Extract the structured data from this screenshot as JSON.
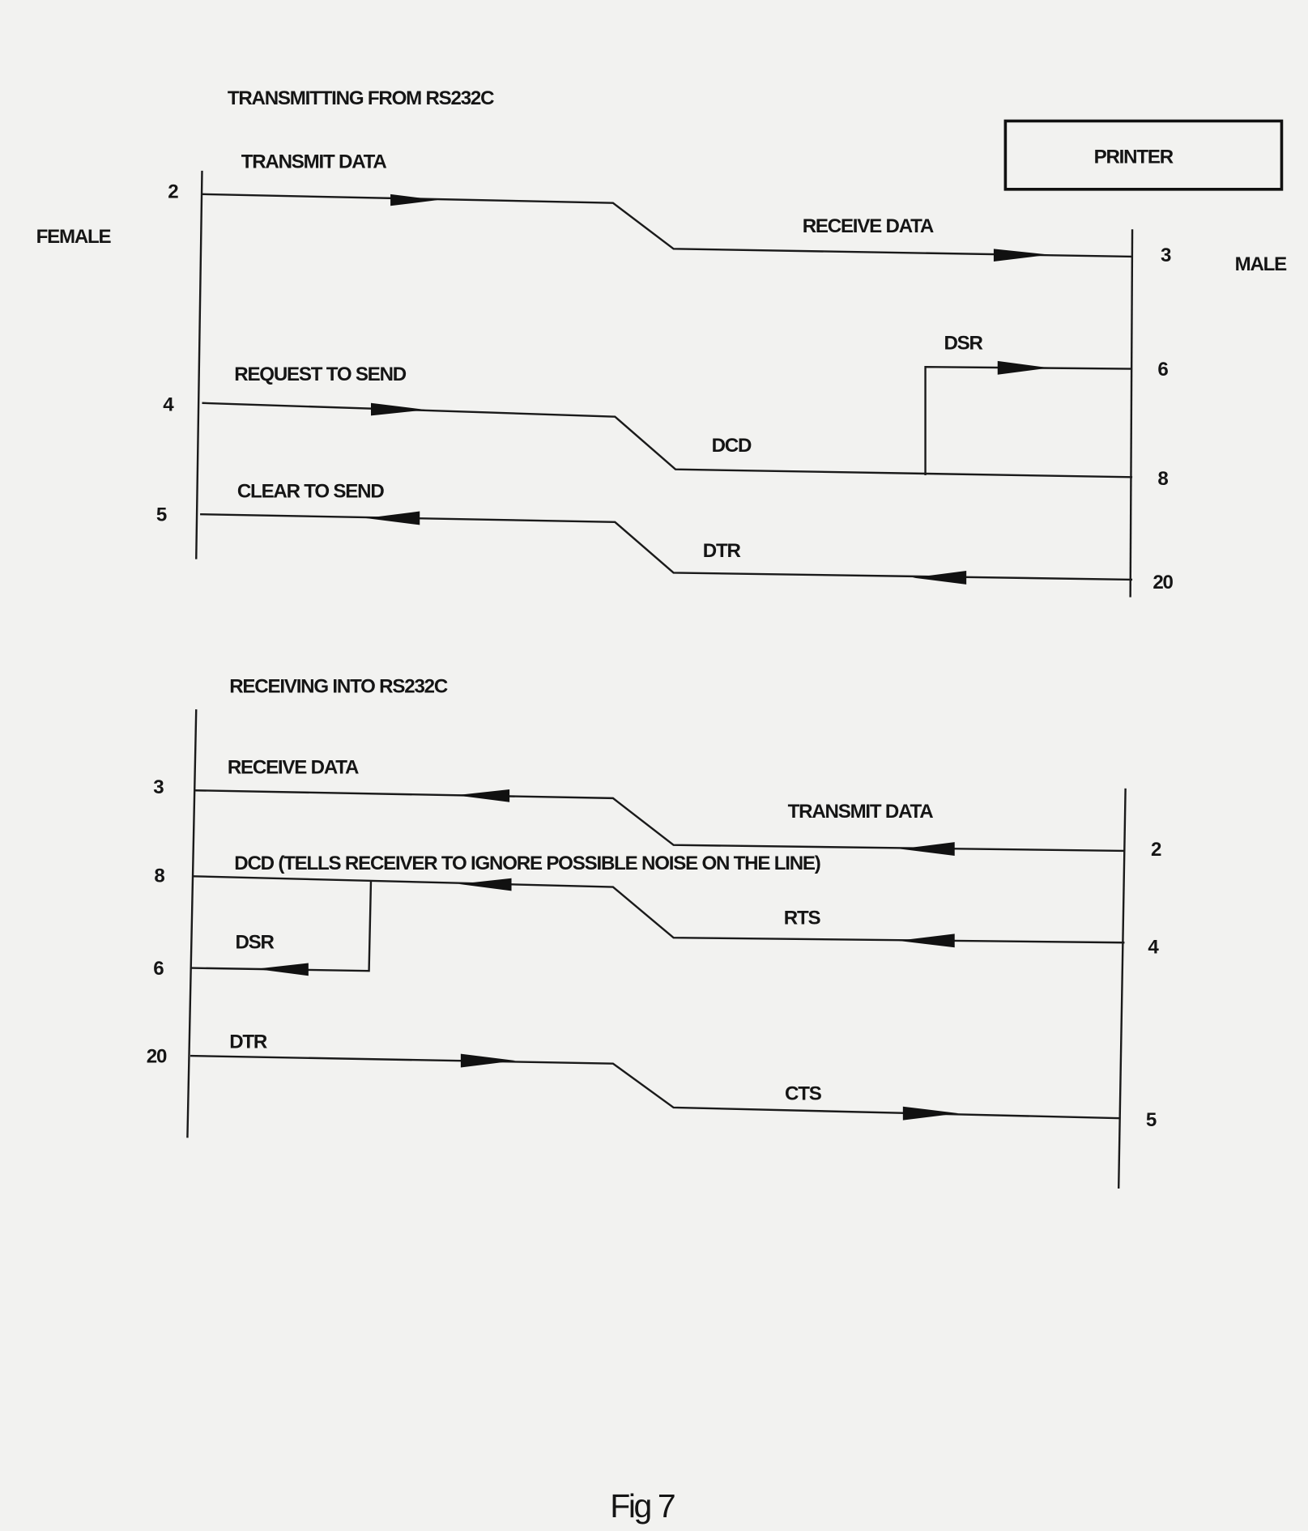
{
  "top": {
    "title": "TRANSMITTING FROM RS232C",
    "left_side": "FEMALE",
    "right_side": "MALE",
    "device": "PRINTER",
    "signals": {
      "transmit_data": "TRANSMIT DATA",
      "receive_data": "RECEIVE DATA",
      "dsr": "DSR",
      "request_to_send": "REQUEST TO SEND",
      "dcd": "DCD",
      "clear_to_send": "CLEAR TO SEND",
      "dtr": "DTR"
    },
    "left_pins": [
      "2",
      "4",
      "5"
    ],
    "right_pins": [
      "3",
      "6",
      "8",
      "20"
    ]
  },
  "bottom": {
    "title": "RECEIVING INTO RS232C",
    "signals": {
      "receive_data": "RECEIVE DATA",
      "transmit_data": "TRANSMIT DATA",
      "dcd": "DCD (TELLS RECEIVER TO IGNORE POSSIBLE NOISE ON  THE LINE)",
      "rts": "RTS",
      "dsr": "DSR",
      "dtr": "DTR",
      "cts": "CTS"
    },
    "left_pins": [
      "3",
      "8",
      "6",
      "20"
    ],
    "right_pins": [
      "2",
      "4",
      "5"
    ]
  },
  "caption": "Fig 7"
}
